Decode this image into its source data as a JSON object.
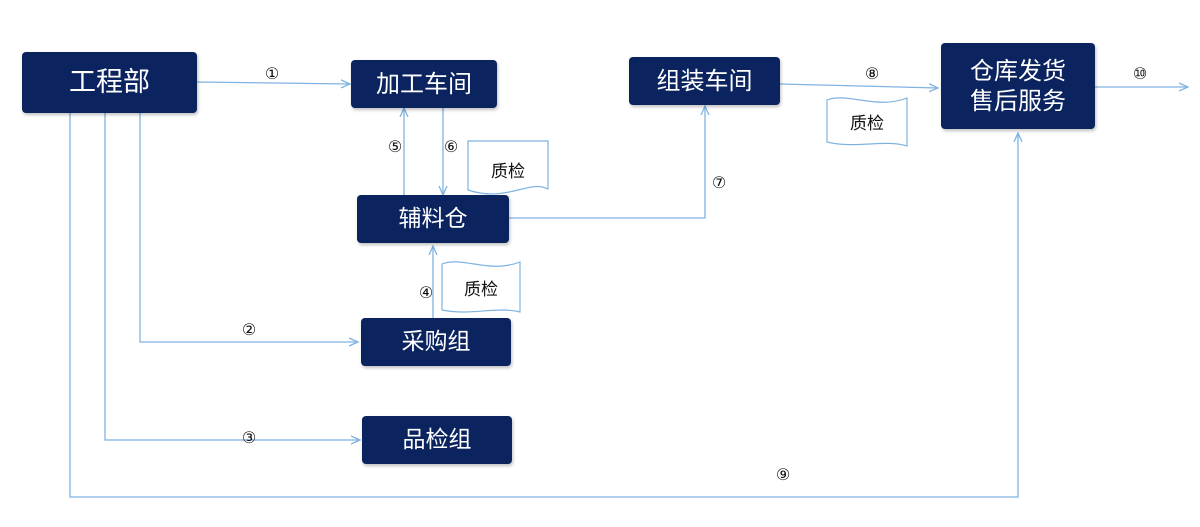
{
  "nodes": {
    "engineering": "工程部",
    "processing": "加工车间",
    "assembly": "组装车间",
    "warehouse_line1": "仓库发货",
    "warehouse_line2": "售后服务",
    "aux_warehouse": "辅料仓",
    "purchasing": "采购组",
    "quality_group": "品检组"
  },
  "qc_label": "质检",
  "steps": {
    "s1": "①",
    "s2": "②",
    "s3": "③",
    "s4": "④",
    "s5": "⑤",
    "s6": "⑥",
    "s7": "⑦",
    "s8": "⑧",
    "s9": "⑨",
    "s10": "⑩"
  },
  "colors": {
    "box": "#0b2460",
    "box_text": "#ffffff",
    "line": "#7fb3e0"
  }
}
